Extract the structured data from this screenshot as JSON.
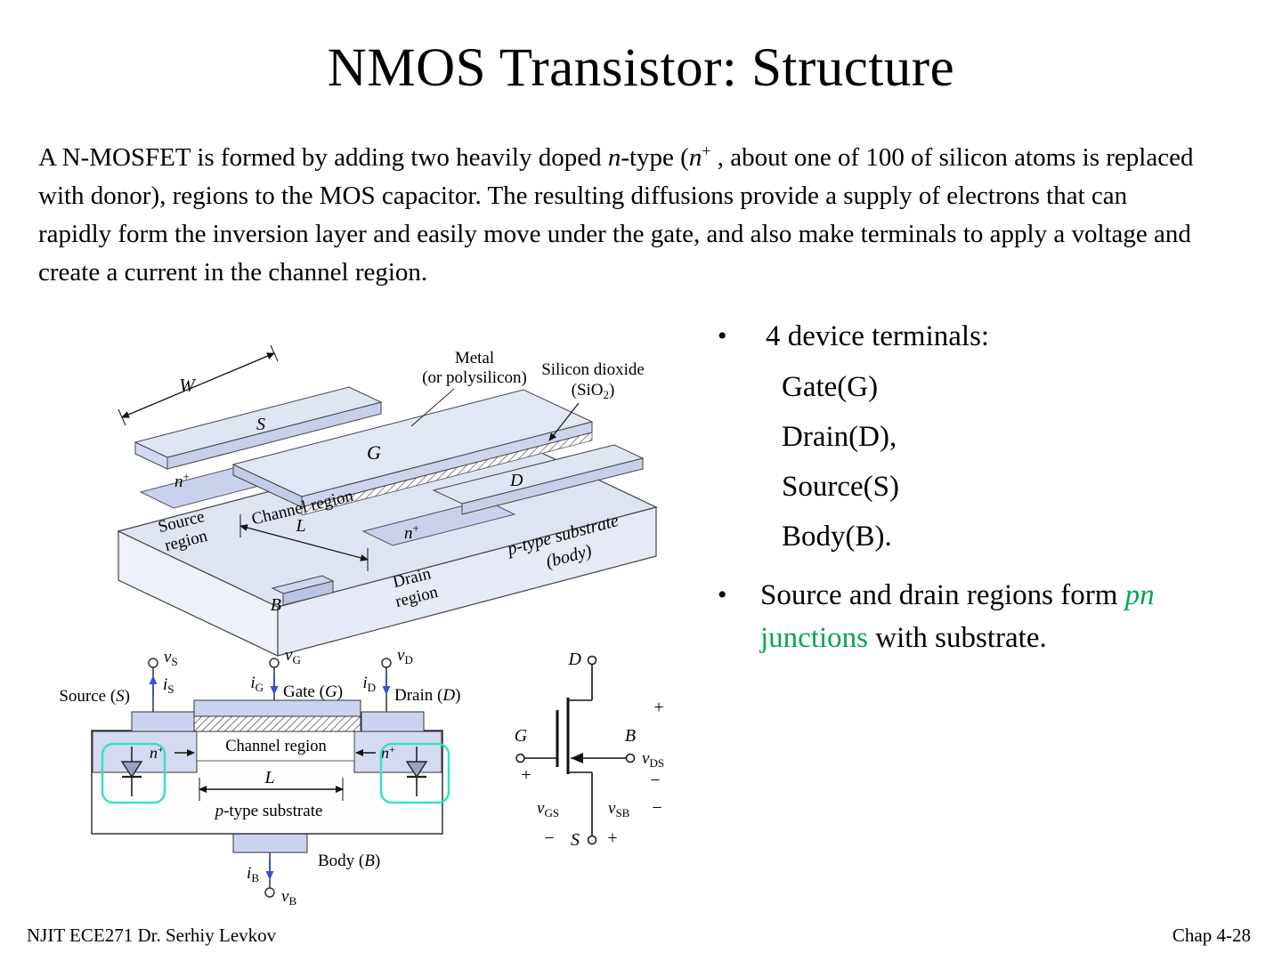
{
  "slide": {
    "title": "NMOS Transistor: Structure",
    "footer_left": "NJIT  ECE271 Dr. Serhiy Levkov",
    "footer_right": "Chap 4-28"
  },
  "intro": {
    "seg1": "A N-MOSFET is formed by adding two heavily doped ",
    "seg2": "n",
    "seg3": "-type (",
    "seg4": "n",
    "seg5": "+",
    "seg6": " , about one of 100 of silicon atoms  is replaced with donor),  regions to the MOS capacitor. The resulting diffusions provide a supply of electrons that can rapidly form the inversion layer and easily move under the gate, and also make terminals to apply a voltage and create a current in the channel region."
  },
  "bullets": {
    "marker": "•",
    "item1": "4 device terminals:",
    "terminals": [
      "Gate(G)",
      "Drain(D),",
      "Source(S)",
      "Body(B)."
    ],
    "item2_pre": "Source and drain regions form ",
    "item2_pn": "pn",
    "item2_junctions": " junctions",
    "item2_post": " with substrate."
  },
  "d3": {
    "metal1": "Metal",
    "metal2": "(or polysilicon)",
    "oxide1": "Silicon dioxide",
    "sio2_a": "(SiO",
    "sio2_b": "2",
    "sio2_c": ")",
    "w": "W",
    "s": "S",
    "g": "G",
    "d": "D",
    "b": "B",
    "l": "L",
    "n": "n",
    "plus": "+",
    "source1": "Source",
    "source2": "region",
    "drain1": "Drain",
    "drain2": "region",
    "channel": "Channel region",
    "sub1": "p-type substrate",
    "sub2": "(body)"
  },
  "cs": {
    "vS": {
      "b": "v",
      "s": "S"
    },
    "iS": {
      "b": "i",
      "s": "S"
    },
    "vG": {
      "b": "v",
      "s": "G"
    },
    "iG": {
      "b": "i",
      "s": "G"
    },
    "vD": {
      "b": "v",
      "s": "D"
    },
    "iD": {
      "b": "i",
      "s": "D"
    },
    "iB": {
      "b": "i",
      "s": "B"
    },
    "vB": {
      "b": "v",
      "s": "B"
    },
    "source": {
      "pre": "Source (",
      "sym": "S",
      "post": ")"
    },
    "gate": {
      "pre": "Gate (",
      "sym": "G",
      "post": ")"
    },
    "drain": {
      "pre": "Drain (",
      "sym": "D",
      "post": ")"
    },
    "body": {
      "pre": "Body (",
      "sym": "B",
      "post": ")"
    },
    "n": "n",
    "plus": "+",
    "channel": "Channel region",
    "l": "L",
    "substrate_p": "p",
    "substrate_rest": "-type substrate"
  },
  "sym": {
    "d": "D",
    "g": "G",
    "b": "B",
    "s": "S",
    "vDS": {
      "b": "v",
      "s": "DS"
    },
    "vGS": {
      "b": "v",
      "s": "GS"
    },
    "vSB": {
      "b": "v",
      "s": "SB"
    },
    "plus": "+",
    "minus": "−"
  },
  "colors": {
    "green_accent": "#00A651",
    "lavender_fill": "#ccd3ee",
    "cyan_highlight": "#35e3c4",
    "current_arrow_blue": "#3b4fd0"
  }
}
